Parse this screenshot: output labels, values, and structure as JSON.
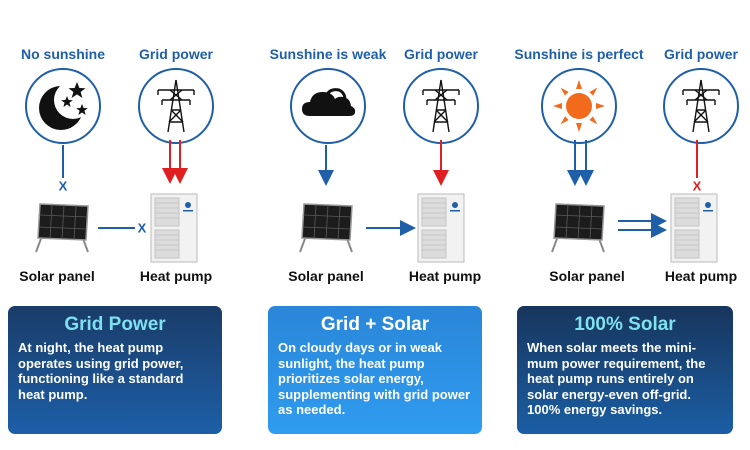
{
  "columns": [
    {
      "source_label": "No sunshine",
      "grid_label": "Grid power",
      "panel_label": "Solar panel",
      "pump_label": "Heat pump",
      "source_icon": "moon-stars-icon",
      "card_title": "Grid Power",
      "card_text": "At night, the heat pump operates using grid power, functioning like a standard heat pump."
    },
    {
      "source_label": "Sunshine is weak",
      "grid_label": "Grid power",
      "panel_label": "Solar panel",
      "pump_label": "Heat pump",
      "source_icon": "cloud-icon",
      "card_title": "Grid + Solar",
      "card_text": "On cloudy days or in weak sunlight, the heat pump prioritizes solar energy, supplementing with grid power as needed."
    },
    {
      "source_label": "Sunshine is perfect",
      "grid_label": "Grid power",
      "panel_label": "Solar panel",
      "pump_label": "Heat pump",
      "source_icon": "sun-icon",
      "card_title": "100% Solar",
      "card_text": "When solar meets the mini-mum power requirement, the heat pump runs entirely on solar energy-even off-grid. 100% energy savings."
    }
  ],
  "x_marks": {
    "col1_solar_down": "X",
    "col1_panel_to_pump": "X",
    "col3_grid_down": "X"
  },
  "colors": {
    "label_blue": "#1f5fa8",
    "arrow_blue": "#1f5fa8",
    "arrow_red": "#e02020",
    "sun_orange": "#f26a1b"
  }
}
